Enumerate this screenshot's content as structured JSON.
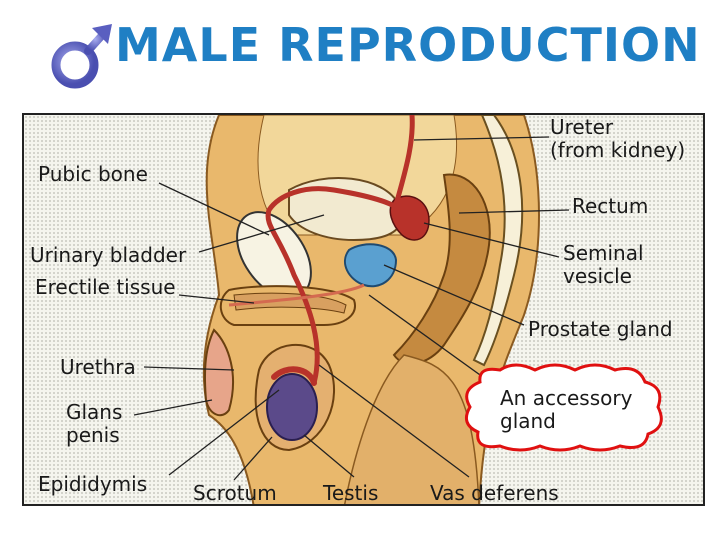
{
  "title": "MALE REPRODUCTION",
  "icons": {
    "male_symbol": "male-sign-icon"
  },
  "colors": {
    "title": "#1f7fc4",
    "symbol_fill": "#6b6fc6",
    "callout_border": "#e01010",
    "body_skin": "#e9b86c",
    "organ_red": "#b8322a",
    "testis_purple": "#5b4a8a",
    "prostate_blue": "#5aa0d0"
  },
  "labels": {
    "ureter": "Ureter\n(from kidney)",
    "pubic_bone": "Pubic bone",
    "rectum": "Rectum",
    "urinary_bladder": "Urinary bladder",
    "seminal_vesicle": "Seminal\nvesicle",
    "erectile_tissue": "Erectile tissue",
    "prostate_gland": "Prostate gland",
    "urethra": "Urethra",
    "accessory_gland": "An accessory\ngland",
    "glans_penis": "Glans\npenis",
    "epididymis": "Epididymis",
    "scrotum": "Scrotum",
    "testis": "Testis",
    "vas_deferens": "Vas deferens"
  }
}
